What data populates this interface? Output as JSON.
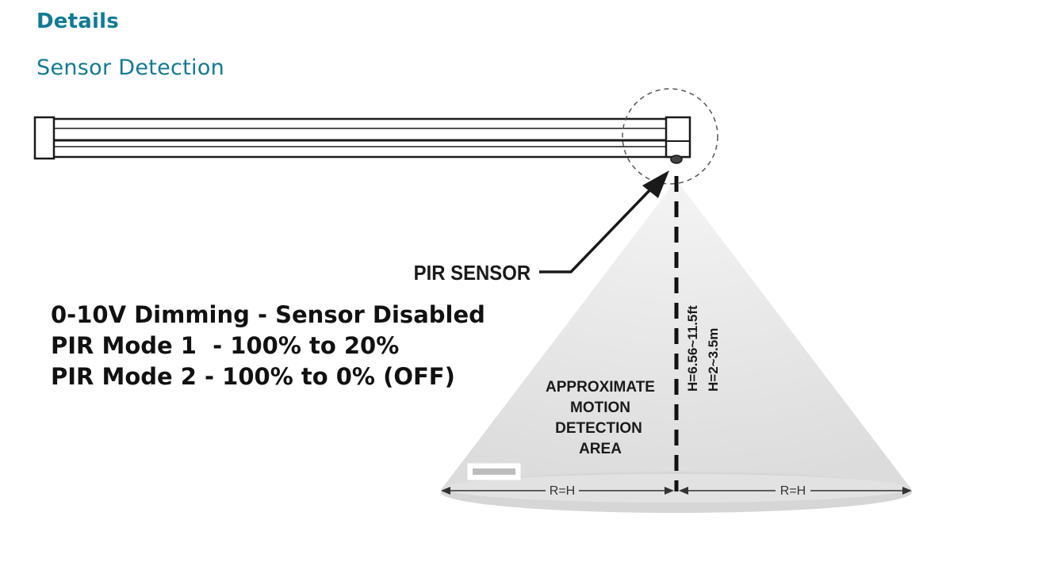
{
  "header": {
    "title": "Details",
    "subtitle": "Sensor Detection"
  },
  "diagram": {
    "sensor_label": "PIR SENSOR",
    "height_label_ft": "H=6.56~11.5ft",
    "height_label_m": "H=2~3.5m",
    "area_label": [
      "APPROXIMATE",
      "MOTION",
      "DETECTION",
      "AREA"
    ],
    "radius_left": "R=H",
    "radius_right": "R=H"
  },
  "modes": [
    "0-10V Dimming - Sensor Disabled",
    "PIR Mode 1  - 100% to 20%",
    "PIR Mode 2 - 100% to 0% (OFF)"
  ],
  "colors": {
    "heading": "#127a96",
    "cone_fill": "#e6e6e6",
    "ink": "#111111"
  }
}
